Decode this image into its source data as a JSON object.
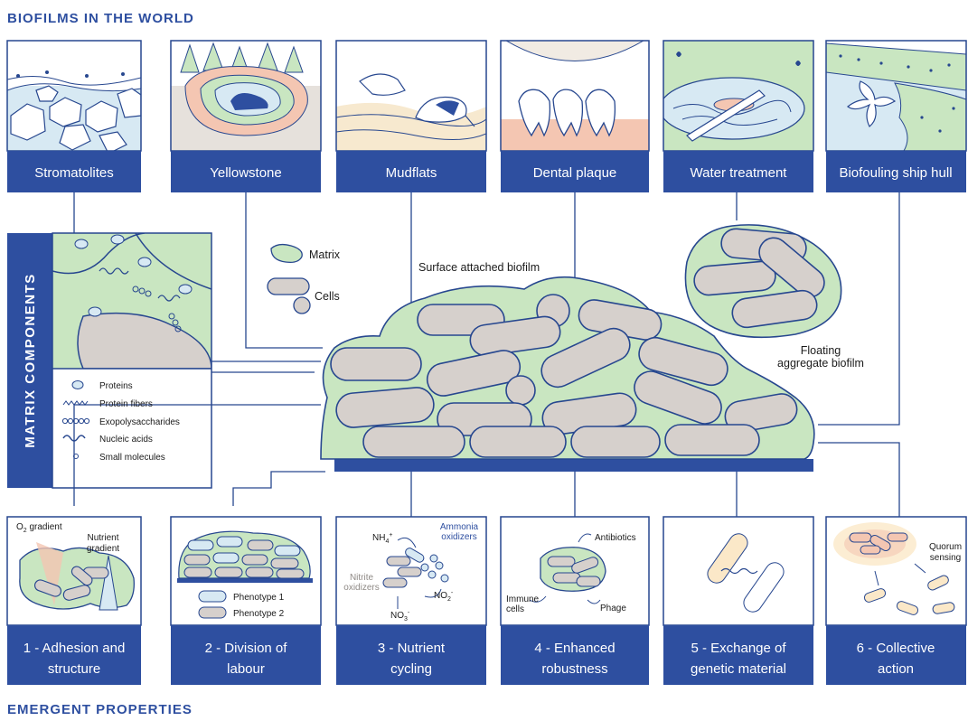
{
  "headers": {
    "top": "BIOFILMS IN THE WORLD",
    "bottom": "EMERGENT PROPERTIES",
    "side": "MATRIX COMPONENTS"
  },
  "world_panels": [
    "Stromatolites",
    "Yellowstone",
    "Mudflats",
    "Dental plaque",
    "Water treatment",
    "Biofouling ship hull"
  ],
  "legend": {
    "matrix": "Matrix",
    "cells": "Cells"
  },
  "center": {
    "surface": "Surface attached biofilm",
    "floating_1": "Floating",
    "floating_2": "aggregate biofilm"
  },
  "matrix_legend": [
    "Proteins",
    "Protein fibers",
    "Exopolysaccharides",
    "Nucleic acids",
    "Small molecules"
  ],
  "properties": [
    {
      "l1": "1 - Adhesion and",
      "l2": "structure"
    },
    {
      "l1": "2 - Division of",
      "l2": "labour"
    },
    {
      "l1": "3 - Nutrient",
      "l2": "cycling"
    },
    {
      "l1": "4 - Enhanced",
      "l2": "robustness"
    },
    {
      "l1": "5 - Exchange of",
      "l2": "genetic material"
    },
    {
      "l1": "6 - Collective",
      "l2": "action"
    }
  ],
  "p1": {
    "o2": "O",
    "o2_sub": "2",
    "o2_rest": " gradient",
    "nut1": "Nutrient",
    "nut2": "gradient"
  },
  "p2": {
    "ph1": "Phenotype 1",
    "ph2": "Phenotype 2"
  },
  "p3": {
    "nh4": "NH",
    "nh4_sub": "4",
    "nh4_sup": "+",
    "amm1": "Ammonia",
    "amm2": "oxidizers",
    "nit1": "Nitrite",
    "nit2": "oxidizers",
    "no2": "NO",
    "no2_sub": "2",
    "no2_sup": "-",
    "no3": "NO",
    "no3_sub": "3",
    "no3_sup": "-"
  },
  "p4": {
    "anti": "Antibiotics",
    "imm1": "Immune",
    "imm2": "cells",
    "phage": "Phage"
  },
  "p6": {
    "q1": "Quorum",
    "q2": "sensing"
  },
  "colors": {
    "blue": "#2e4fa0",
    "green": "#c9e6c1",
    "cell": "#d6d0cc",
    "outline": "#27478f"
  }
}
